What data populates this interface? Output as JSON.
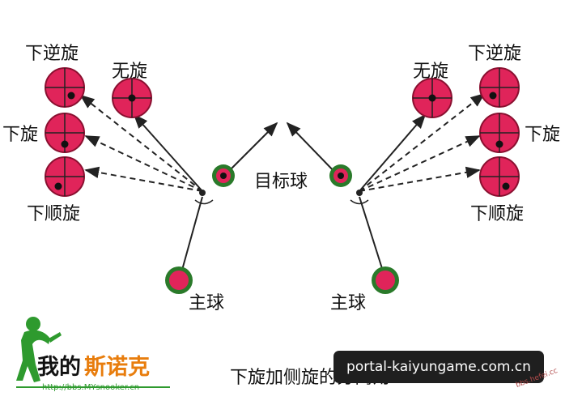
{
  "labels": {
    "left_backspin_reverse": "下逆旋",
    "left_no_spin": "无旋",
    "left_backspin": "下旋",
    "left_backspin_running": "下顺旋",
    "right_no_spin": "无旋",
    "right_backspin_reverse": "下逆旋",
    "right_backspin": "下旋",
    "right_backspin_running": "下顺旋",
    "object_ball": "目标球",
    "left_cue_ball": "主球",
    "right_cue_ball": "主球",
    "caption": "下旋加侧旋的分离角"
  },
  "logo": {
    "text_part1": "我的",
    "text_part2": "斯诺克",
    "url": "http://bbs.MYsnooker.cn"
  },
  "watermark": {
    "text": "portal-kaiyungame.com.cn"
  },
  "corner_stamp": {
    "text": "bbs.hefei.cc"
  },
  "colors": {
    "ball_red": "#e0245a",
    "ball_dark_red": "#c01a45",
    "cue_ball_green": "#2a7a2a",
    "line": "#222222",
    "logo_green": "#2e9a2e",
    "logo_orange": "#e87d0d",
    "watermark_bg": "#1f1f1f"
  }
}
